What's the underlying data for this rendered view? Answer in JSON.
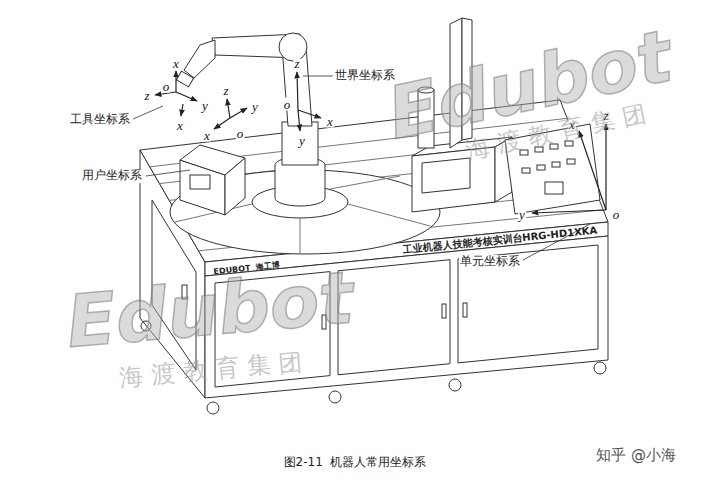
{
  "diagram": {
    "caption": "图2-11  机器人常用坐标系",
    "labels": [
      "工具坐标系",
      "用户坐标系",
      "世界坐标系",
      "单元坐标系",
      "x",
      "o",
      "z",
      "y",
      "x",
      "z",
      "y",
      "x",
      "o",
      "z",
      "o",
      "x",
      "y",
      "x",
      "z",
      "y",
      "o",
      "工业机器人技能考核实训台HRG-HD1XKA",
      "EDUBOT",
      "海工博",
      "Edubot",
      "海渡教育集团",
      "Edubot",
      "海渡教育集团",
      "知乎 @小海"
    ]
  }
}
